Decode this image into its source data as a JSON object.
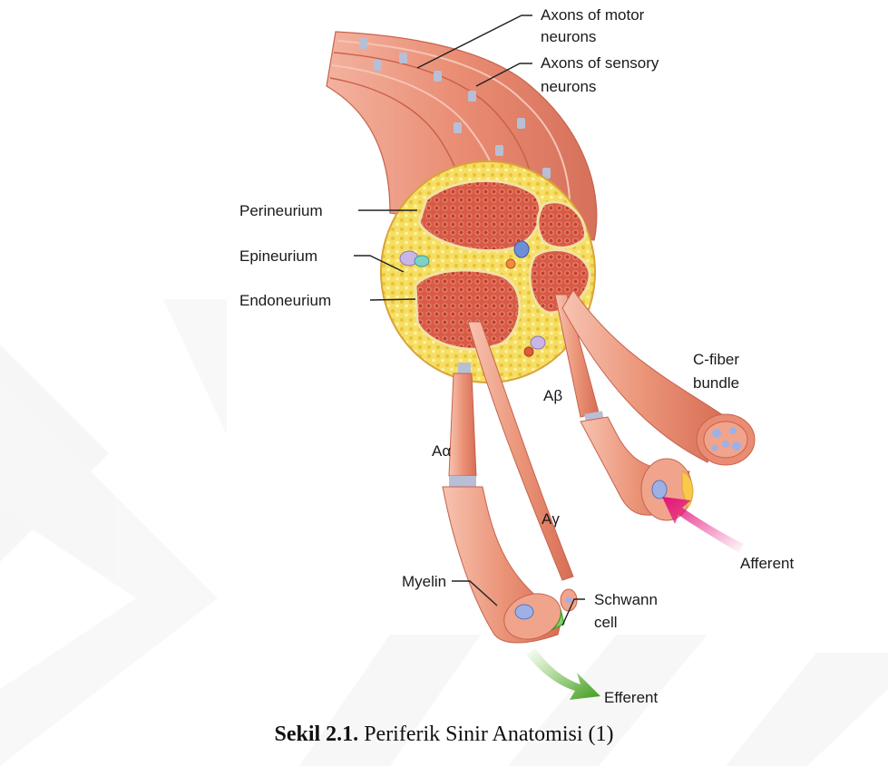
{
  "labels": {
    "axons_motor_1": "Axons of motor",
    "axons_motor_2": "neurons",
    "axons_sensory_1": "Axons of sensory",
    "axons_sensory_2": "neurons",
    "perineurium": "Perineurium",
    "epineurium": "Epineurium",
    "endoneurium": "Endoneurium",
    "c_fiber_1": "C-fiber",
    "c_fiber_2": "bundle",
    "a_beta": "Aβ",
    "a_alpha": "Aα",
    "a_gamma": "Aγ",
    "myelin": "Myelin",
    "schwann_1": "Schwann",
    "schwann_2": "cell",
    "afferent": "Afferent",
    "efferent": "Efferent"
  },
  "caption": {
    "number": "Sekil 2.1.",
    "text": " Periferik Sinir Anatomisi (1)"
  },
  "colors": {
    "nerve": "#e8907a",
    "nerve_dark": "#c8604a",
    "epineurium": "#f4dc5a",
    "fascicle": "#d9573f",
    "node": "#b7bfd6",
    "axon_core": "#9db1e6",
    "afferent_arrow": "#e2127a",
    "efferent_arrow": "#56b526",
    "watermark": "#f0f0f0"
  }
}
